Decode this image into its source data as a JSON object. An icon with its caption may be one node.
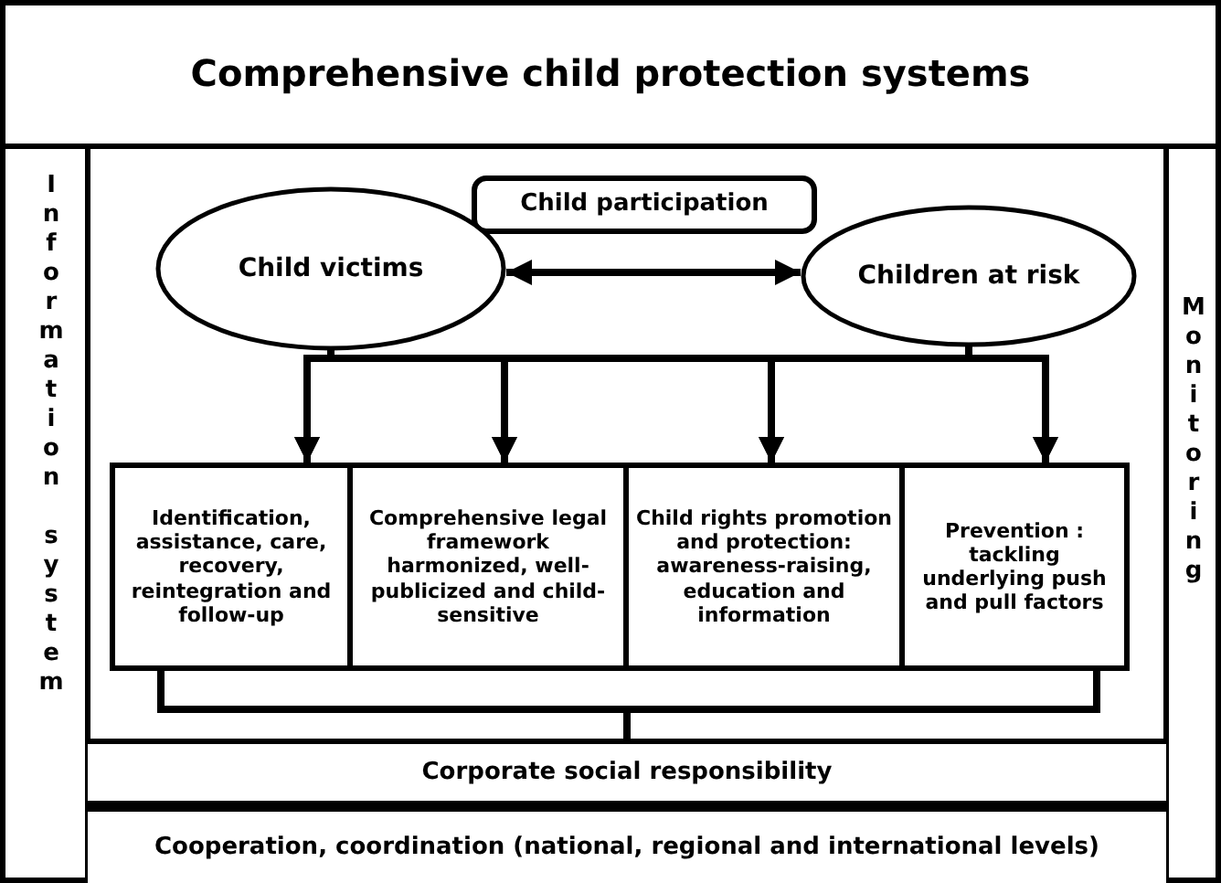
{
  "diagram": {
    "title": "Comprehensive child protection systems",
    "nodes": [
      {
        "text": [
          "Information system"
        ]
      },
      {
        "text": [
          "Child participation"
        ]
      },
      {
        "text": [
          "Child victims"
        ]
      },
      {
        "text": [
          "Children at risk"
        ]
      },
      {
        "text": [
          "Identification, assistance, care, recovery, reintegration and follow-up"
        ]
      },
      {
        "text": [
          "Comprehensive legal framework harmonized, well-publicized and child-sensitive"
        ]
      },
      {
        "text": [
          "Child rights promotion and protection: awareness-raising, education and information"
        ]
      },
      {
        "text": [
          "Prevention : tackling underlying push and pull factors"
        ]
      },
      {
        "text": [
          "Corporate social responsibility"
        ]
      },
      {
        "text": [
          "Cooperation, coordination (national, regional and international levels)"
        ]
      },
      {
        "text": [
          "Monitoring"
        ]
      }
    ],
    "edges": [
      {
        "from": 2,
        "to": 3,
        "arrow": "both"
      },
      {
        "from": 2,
        "to": 4,
        "arrow": "to"
      },
      {
        "from": 2,
        "to": 5,
        "arrow": "to"
      },
      {
        "from": 2,
        "to": 6,
        "arrow": "to"
      },
      {
        "from": 2,
        "to": 7,
        "arrow": "to"
      },
      {
        "from": 3,
        "to": 4,
        "arrow": "to"
      },
      {
        "from": 3,
        "to": 5,
        "arrow": "to"
      },
      {
        "from": 3,
        "to": 6,
        "arrow": "to"
      },
      {
        "from": 3,
        "to": 7,
        "arrow": "to"
      },
      {
        "from": 4,
        "to": 8,
        "arrow": "none"
      },
      {
        "from": 7,
        "to": 8,
        "arrow": "none"
      }
    ]
  }
}
